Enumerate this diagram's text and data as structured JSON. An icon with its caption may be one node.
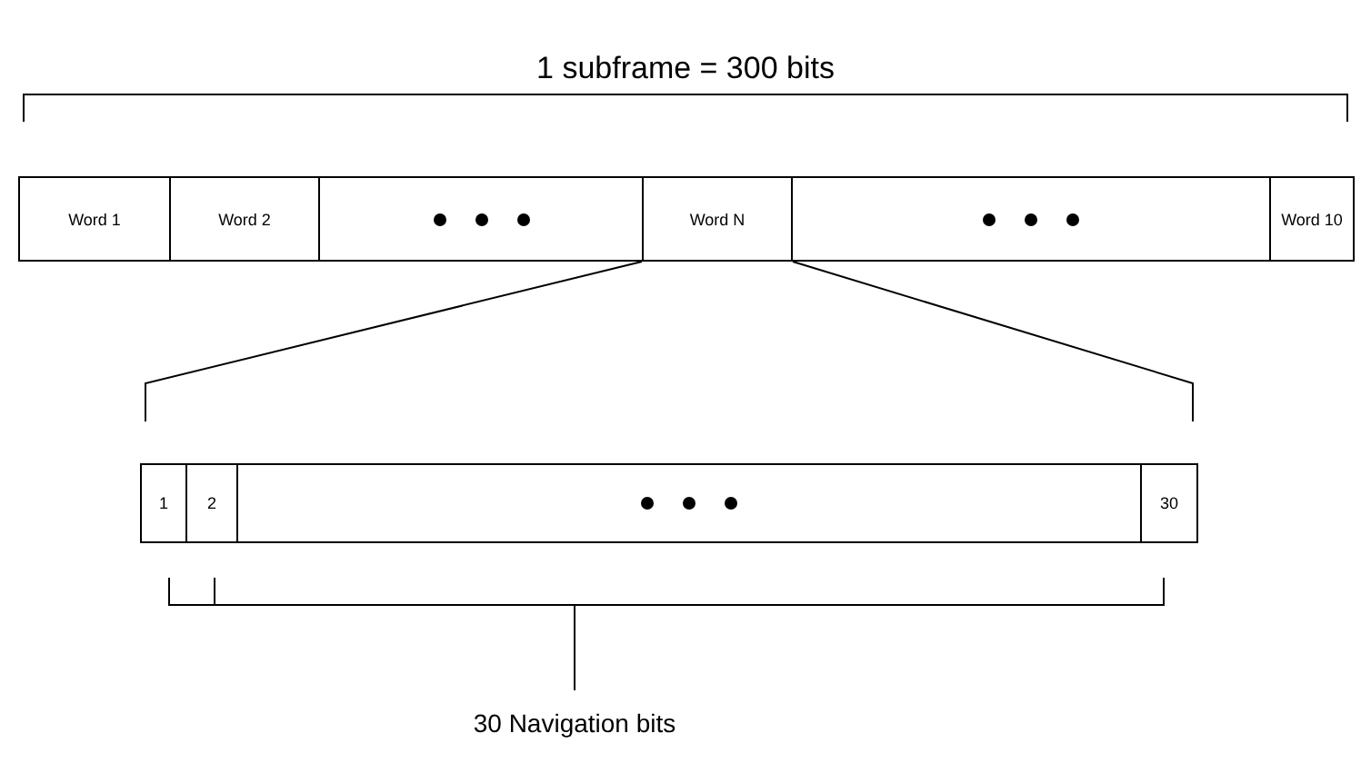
{
  "diagram": {
    "nodes": [
      {
        "text": [
          "Word 1"
        ]
      },
      {
        "text": [
          "Word 2"
        ]
      },
      {
        "text": [],
        "shape": "box"
      },
      {
        "text": [
          "Word N"
        ]
      },
      {
        "text": [],
        "shape": "box"
      },
      {
        "text": [
          "Word 10"
        ]
      },
      {
        "text": [],
        "shape": "bar"
      },
      {
        "text": [
          "1"
        ],
        "in": 6
      },
      {
        "text": [
          "2"
        ],
        "in": 6
      },
      {
        "text": [],
        "shape": "box",
        "in": 6
      },
      {
        "text": [
          "30"
        ],
        "in": 6
      }
    ],
    "edges": [
      {
        "from": 3,
        "to": 6,
        "arrow": "none"
      }
    ],
    "labels": [
      "1 subframe = 300 bits",
      "30 Navigation bits"
    ]
  }
}
